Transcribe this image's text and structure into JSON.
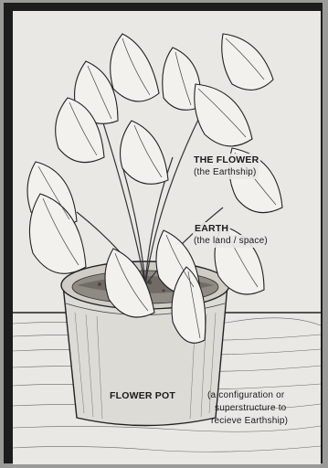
{
  "labels": {
    "flower": {
      "title": "THE FLOWER",
      "subtitle": "(the Earthship)"
    },
    "earth": {
      "title": "EARTH",
      "subtitle": "(the land / space)"
    },
    "pot": {
      "title": "FLOWER POT",
      "line1": "(a configuration or",
      "line2": "superstructure to",
      "line3": "recieve Earthship)"
    }
  }
}
